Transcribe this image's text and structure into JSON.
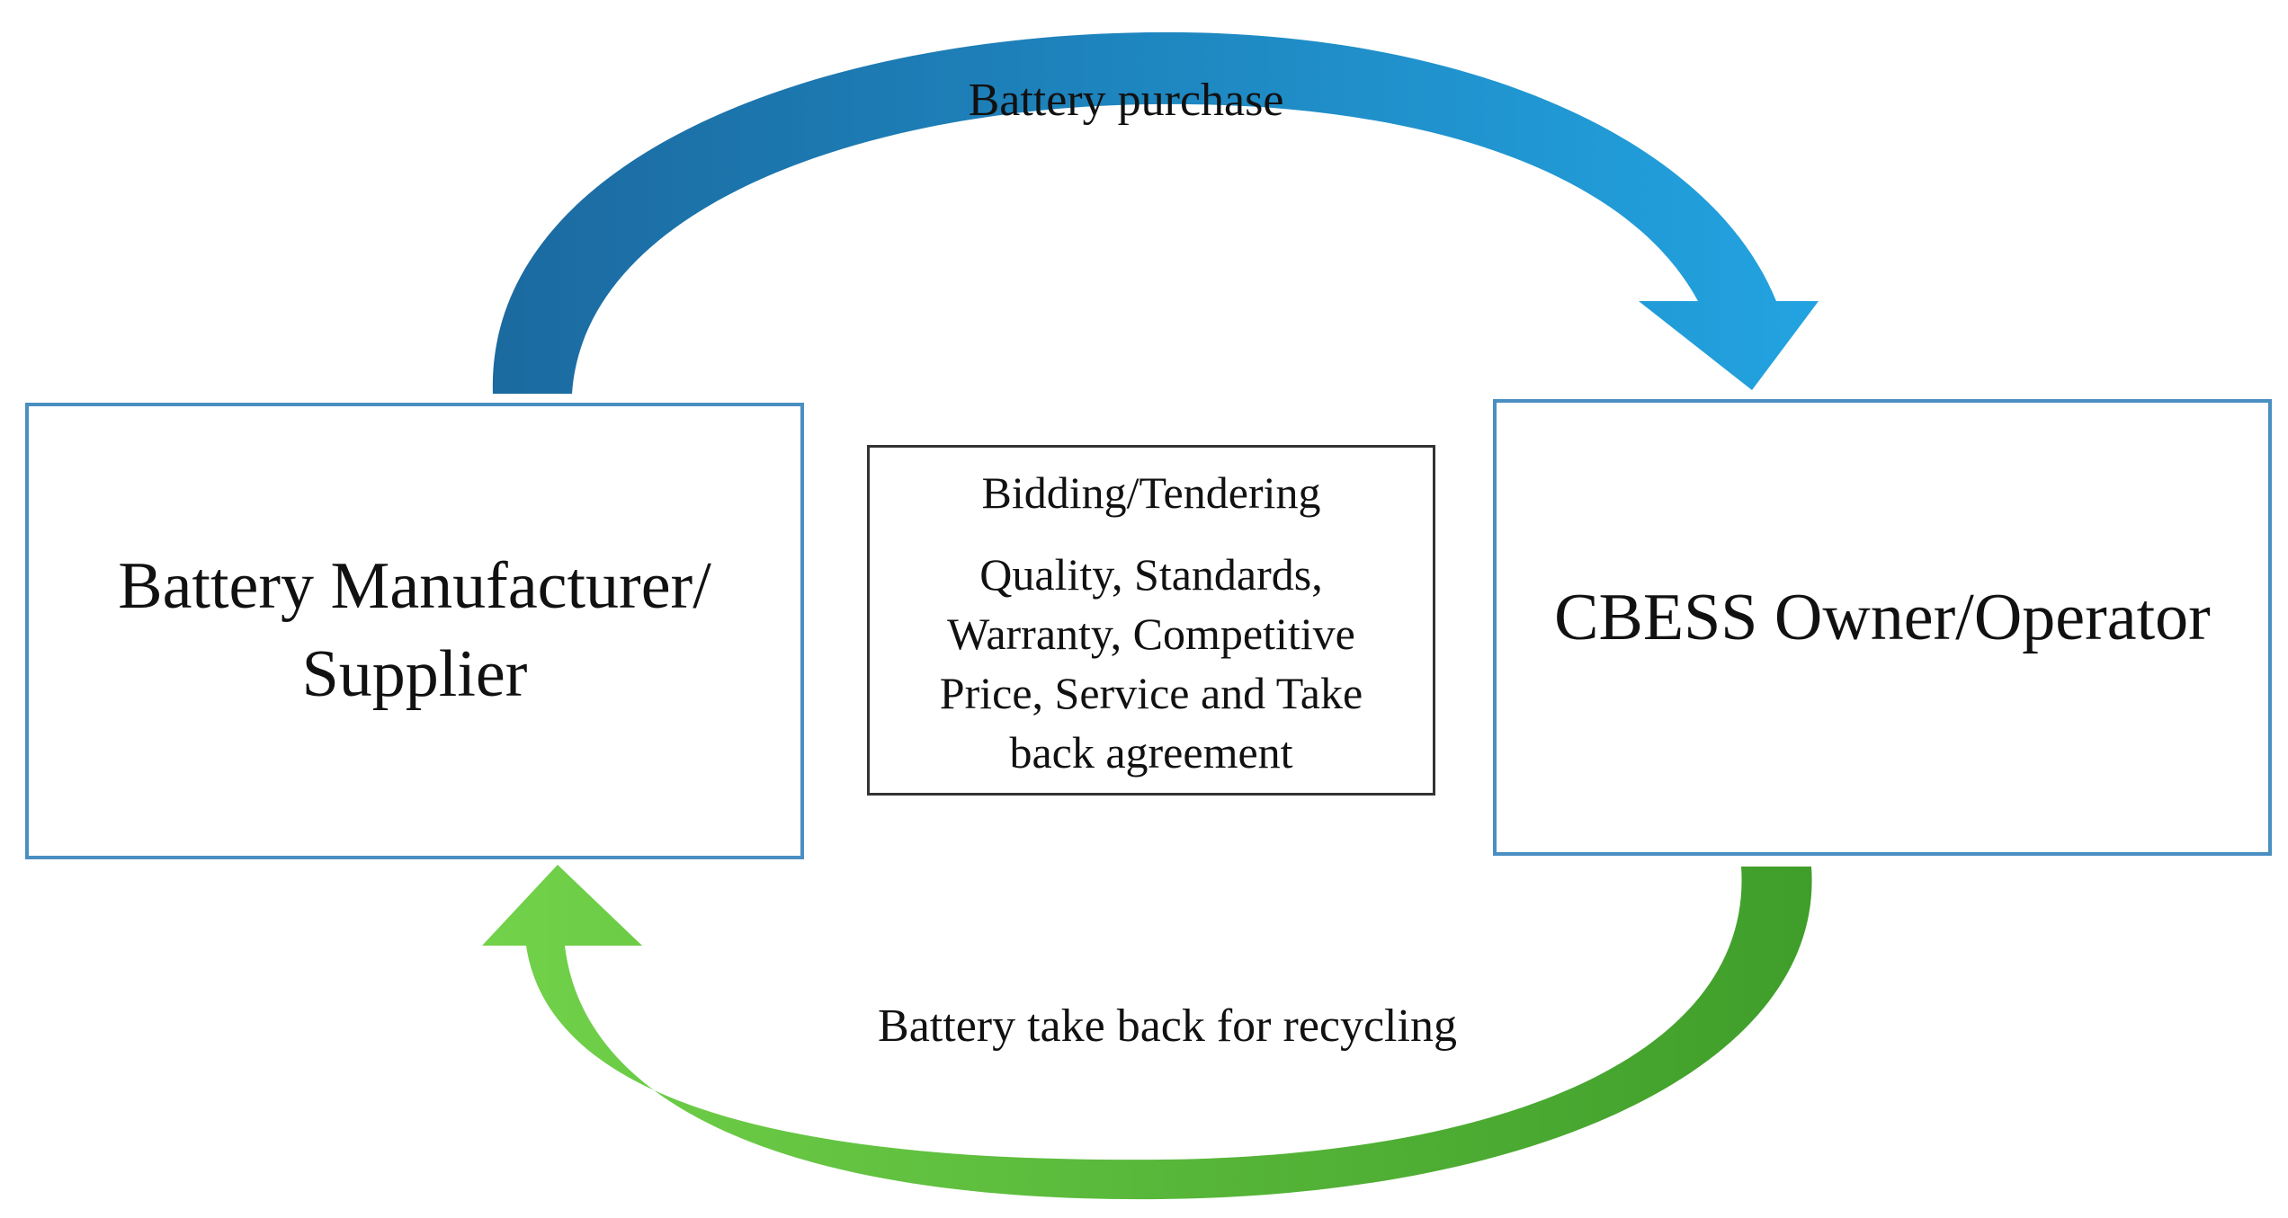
{
  "diagram": {
    "nodes": {
      "manufacturer": {
        "line1": "Battery Manufacturer/",
        "line2": "Supplier"
      },
      "owner": {
        "label": "CBESS Owner/Operator"
      },
      "tender": {
        "title": "Bidding/Tendering",
        "body": "Quality, Standards, Warranty, Competitive Price, Service and Take back agreement"
      }
    },
    "edges": {
      "purchase": {
        "label": "Battery purchase",
        "from": "manufacturer",
        "to": "owner",
        "color_start": "#1b6aa0",
        "color_end": "#22a3e0"
      },
      "takeback": {
        "label": "Battery take back for recycling",
        "from": "owner",
        "to": "manufacturer",
        "color_start": "#3f9e2a",
        "color_end": "#72d24a"
      }
    },
    "colors": {
      "node_border": "#4a8fc2",
      "center_border": "#333333"
    }
  }
}
